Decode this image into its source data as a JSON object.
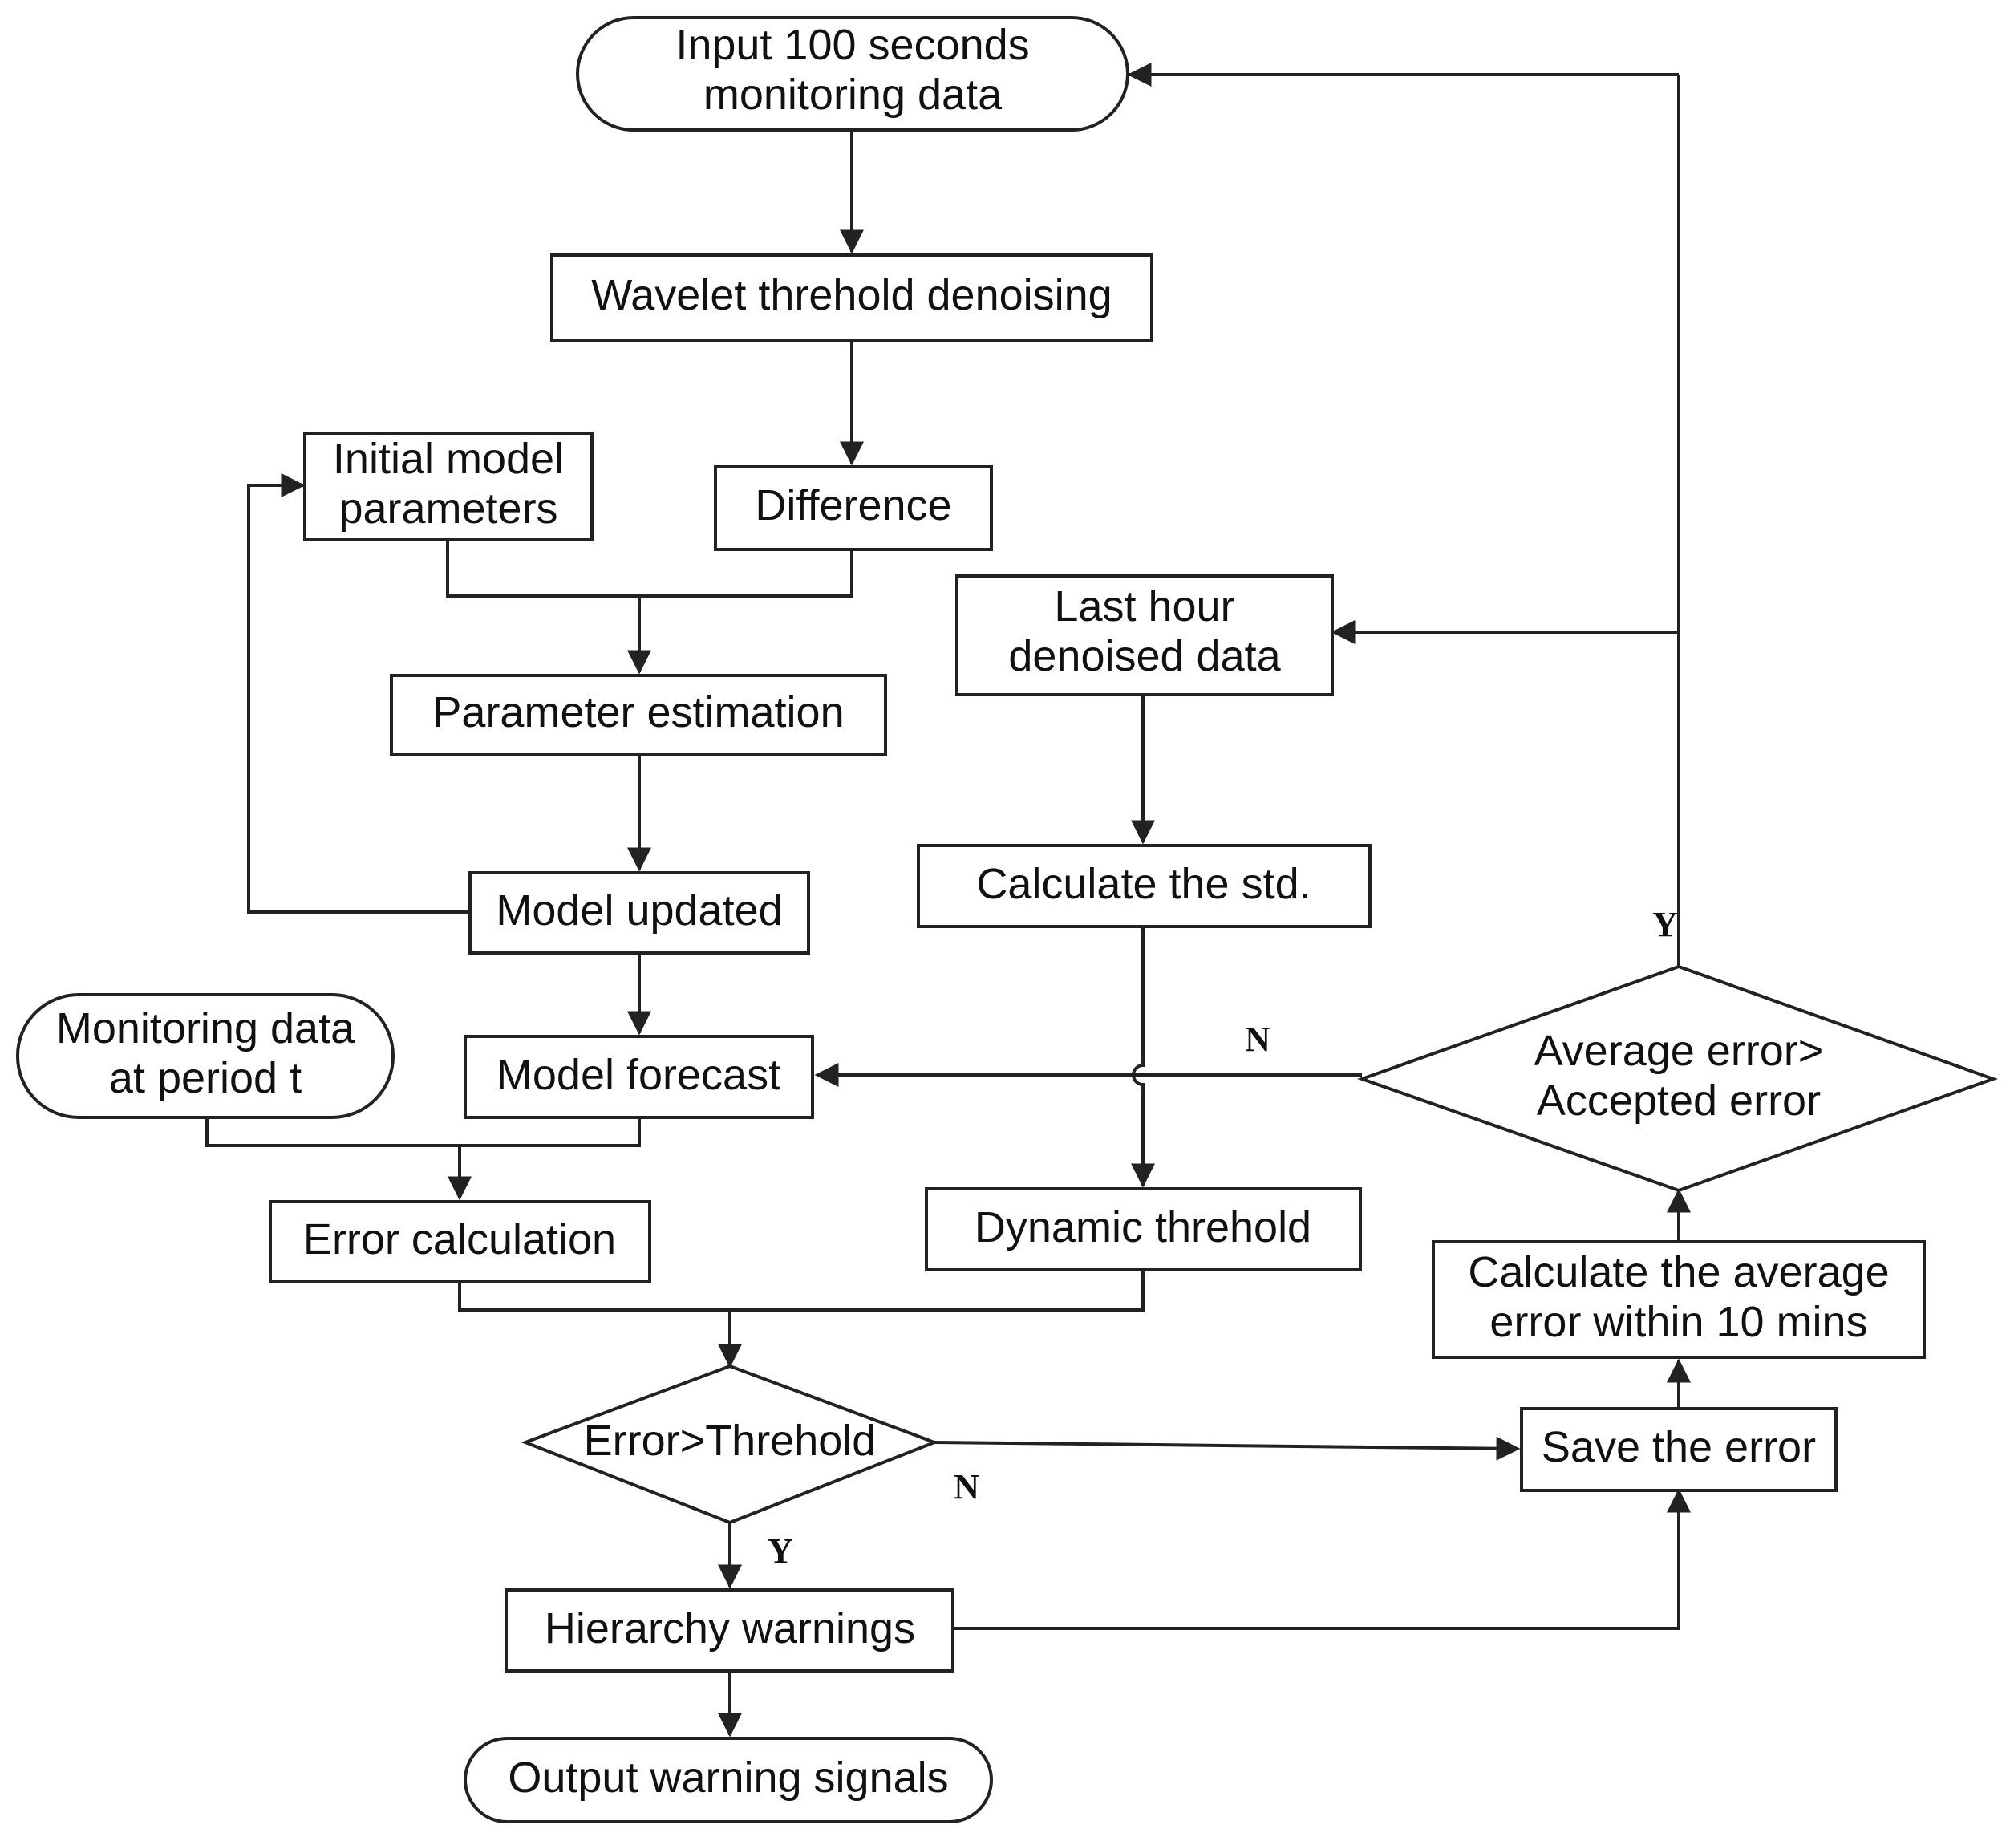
{
  "nodes": {
    "input": [
      "Input 100 seconds",
      "monitoring data"
    ],
    "wavelet": [
      "Wavelet threhold denoising"
    ],
    "initial_params": [
      "Initial model",
      "parameters"
    ],
    "difference": [
      "Difference"
    ],
    "last_hour": [
      "Last hour",
      "denoised data"
    ],
    "param_est": [
      "Parameter estimation"
    ],
    "calc_std": [
      "Calculate the std."
    ],
    "model_updated": [
      "Model updated"
    ],
    "monitoring_t": [
      "Monitoring data",
      "at period t"
    ],
    "model_forecast": [
      "Model forecast"
    ],
    "avg_decision": [
      "Average error>",
      "Accepted error"
    ],
    "error_calc": [
      "Error calculation"
    ],
    "dynamic_thr": [
      "Dynamic threhold"
    ],
    "calc_avg": [
      "Calculate the average",
      "error within 10 mins"
    ],
    "err_decision": [
      "Error>Threhold"
    ],
    "save_error": [
      "Save the error"
    ],
    "hierarchy": [
      "Hierarchy warnings"
    ],
    "output": [
      "Output warning signals"
    ]
  },
  "branches": {
    "avg_yes": "Y",
    "avg_no": "N",
    "err_no": "N",
    "err_yes": "Y"
  },
  "colors": {
    "stroke": "#222222",
    "fill": "#ffffff",
    "text": "#111111"
  }
}
